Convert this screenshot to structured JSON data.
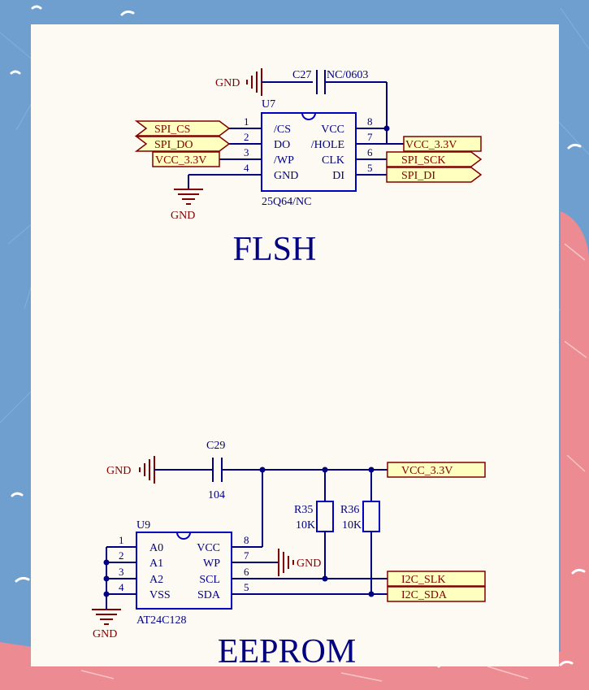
{
  "colors": {
    "wire": "#000080",
    "part": "#0000c0",
    "ref": "#000080",
    "gnd": "#800000",
    "port_fill": "#ffffc0",
    "port_stroke": "#800000",
    "port_text": "#800000",
    "paper": "#fdfaf3",
    "bg_blue": "#6f9fcf",
    "bg_pink": "#ec8c92"
  },
  "flash": {
    "title": "FLSH",
    "ref": "U7",
    "part": "25Q64/NC",
    "cap_ref": "C27",
    "cap_value": "NC/0603",
    "gnd_top": "GND",
    "gnd_bottom": "GND",
    "pins_left": [
      {
        "num": "1",
        "name": "/CS"
      },
      {
        "num": "2",
        "name": "DO"
      },
      {
        "num": "3",
        "name": "/WP"
      },
      {
        "num": "4",
        "name": "GND"
      }
    ],
    "pins_right": [
      {
        "num": "8",
        "name": "VCC"
      },
      {
        "num": "7",
        "name": "/HOLE"
      },
      {
        "num": "6",
        "name": "CLK"
      },
      {
        "num": "5",
        "name": "DI"
      }
    ],
    "ports_left": [
      "SPI_CS",
      "SPI_DO",
      "VCC_3.3V"
    ],
    "ports_right": [
      "VCC_3.3V",
      "SPI_SCK",
      "SPI_DI"
    ]
  },
  "eeprom": {
    "title": "EEPROM",
    "ref": "U9",
    "part": "AT24C128",
    "cap_ref": "C29",
    "cap_value": "104",
    "gnd_cap": "GND",
    "gnd_wp": "GND",
    "gnd_bottom": "GND",
    "r1_ref": "R35",
    "r1_value": "10K",
    "r2_ref": "R36",
    "r2_value": "10K",
    "pins_left": [
      {
        "num": "1",
        "name": "A0"
      },
      {
        "num": "2",
        "name": "A1"
      },
      {
        "num": "3",
        "name": "A2"
      },
      {
        "num": "4",
        "name": "VSS"
      }
    ],
    "pins_right": [
      {
        "num": "8",
        "name": "VCC"
      },
      {
        "num": "7",
        "name": "WP"
      },
      {
        "num": "6",
        "name": "SCL"
      },
      {
        "num": "5",
        "name": "SDA"
      }
    ],
    "ports_right": [
      "VCC_3.3V",
      "I2C_SLK",
      "I2C_SDA"
    ]
  }
}
